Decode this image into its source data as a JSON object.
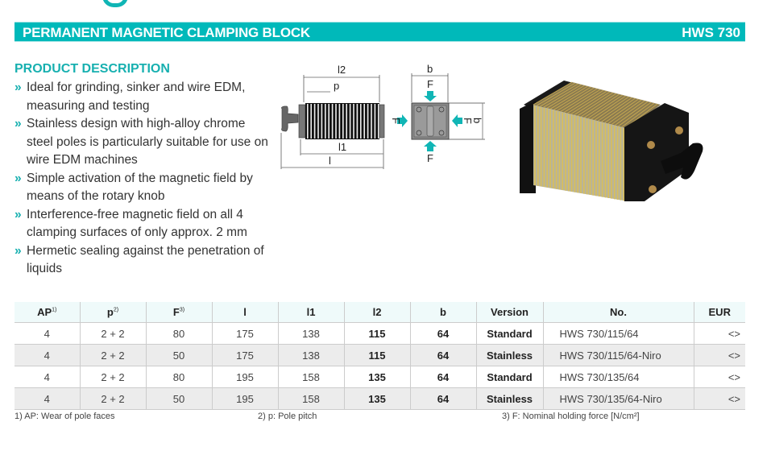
{
  "header": {
    "title": "PERMANENT MAGNETIC CLAMPING BLOCK",
    "model": "HWS 730"
  },
  "description": {
    "heading": "PRODUCT DESCRIPTION",
    "bullet_glyph": "»",
    "items": [
      "Ideal for grinding, sinker and wire EDM, measuring and testing",
      "Stainless design with high-alloy chrome steel poles is particularly suitable for use on wire EDM machines",
      "Simple activation of the magnetic field by means of the rotary knob",
      "Interference-free magnetic field on all 4 clamping surfaces of only approx. 2 mm",
      "Hermetic sealing against the penetration of liquids"
    ]
  },
  "diagram": {
    "l2": "l2",
    "p": "p",
    "l1": "l1",
    "l": "l",
    "b": "b",
    "F": "F"
  },
  "colors": {
    "accent": "#00b9ba",
    "heading": "#17b0b0"
  },
  "table": {
    "headers": [
      {
        "label": "AP",
        "sup": "1)"
      },
      {
        "label": "p",
        "sup": "2)"
      },
      {
        "label": "F",
        "sup": "3)"
      },
      {
        "label": "l",
        "sup": ""
      },
      {
        "label": "l1",
        "sup": ""
      },
      {
        "label": "l2",
        "sup": ""
      },
      {
        "label": "b",
        "sup": ""
      },
      {
        "label": "Version",
        "sup": ""
      },
      {
        "label": "No.",
        "sup": ""
      },
      {
        "label": "EUR",
        "sup": ""
      }
    ],
    "rows": [
      [
        "4",
        "2 + 2",
        "80",
        "175",
        "138",
        "115",
        "64",
        "Standard",
        "HWS 730/115/64",
        "<>"
      ],
      [
        "4",
        "2 + 2",
        "50",
        "175",
        "138",
        "115",
        "64",
        "Stainless",
        "HWS 730/115/64-Niro",
        "<>"
      ],
      [
        "4",
        "2 + 2",
        "80",
        "195",
        "158",
        "135",
        "64",
        "Standard",
        "HWS 730/135/64",
        "<>"
      ],
      [
        "4",
        "2 + 2",
        "50",
        "195",
        "158",
        "135",
        "64",
        "Stainless",
        "HWS 730/135/64-Niro",
        "<>"
      ]
    ]
  },
  "footnotes": [
    "1) AP: Wear of pole faces",
    "2) p: Pole pitch",
    "3) F: Nominal holding force [N/cm²]"
  ]
}
